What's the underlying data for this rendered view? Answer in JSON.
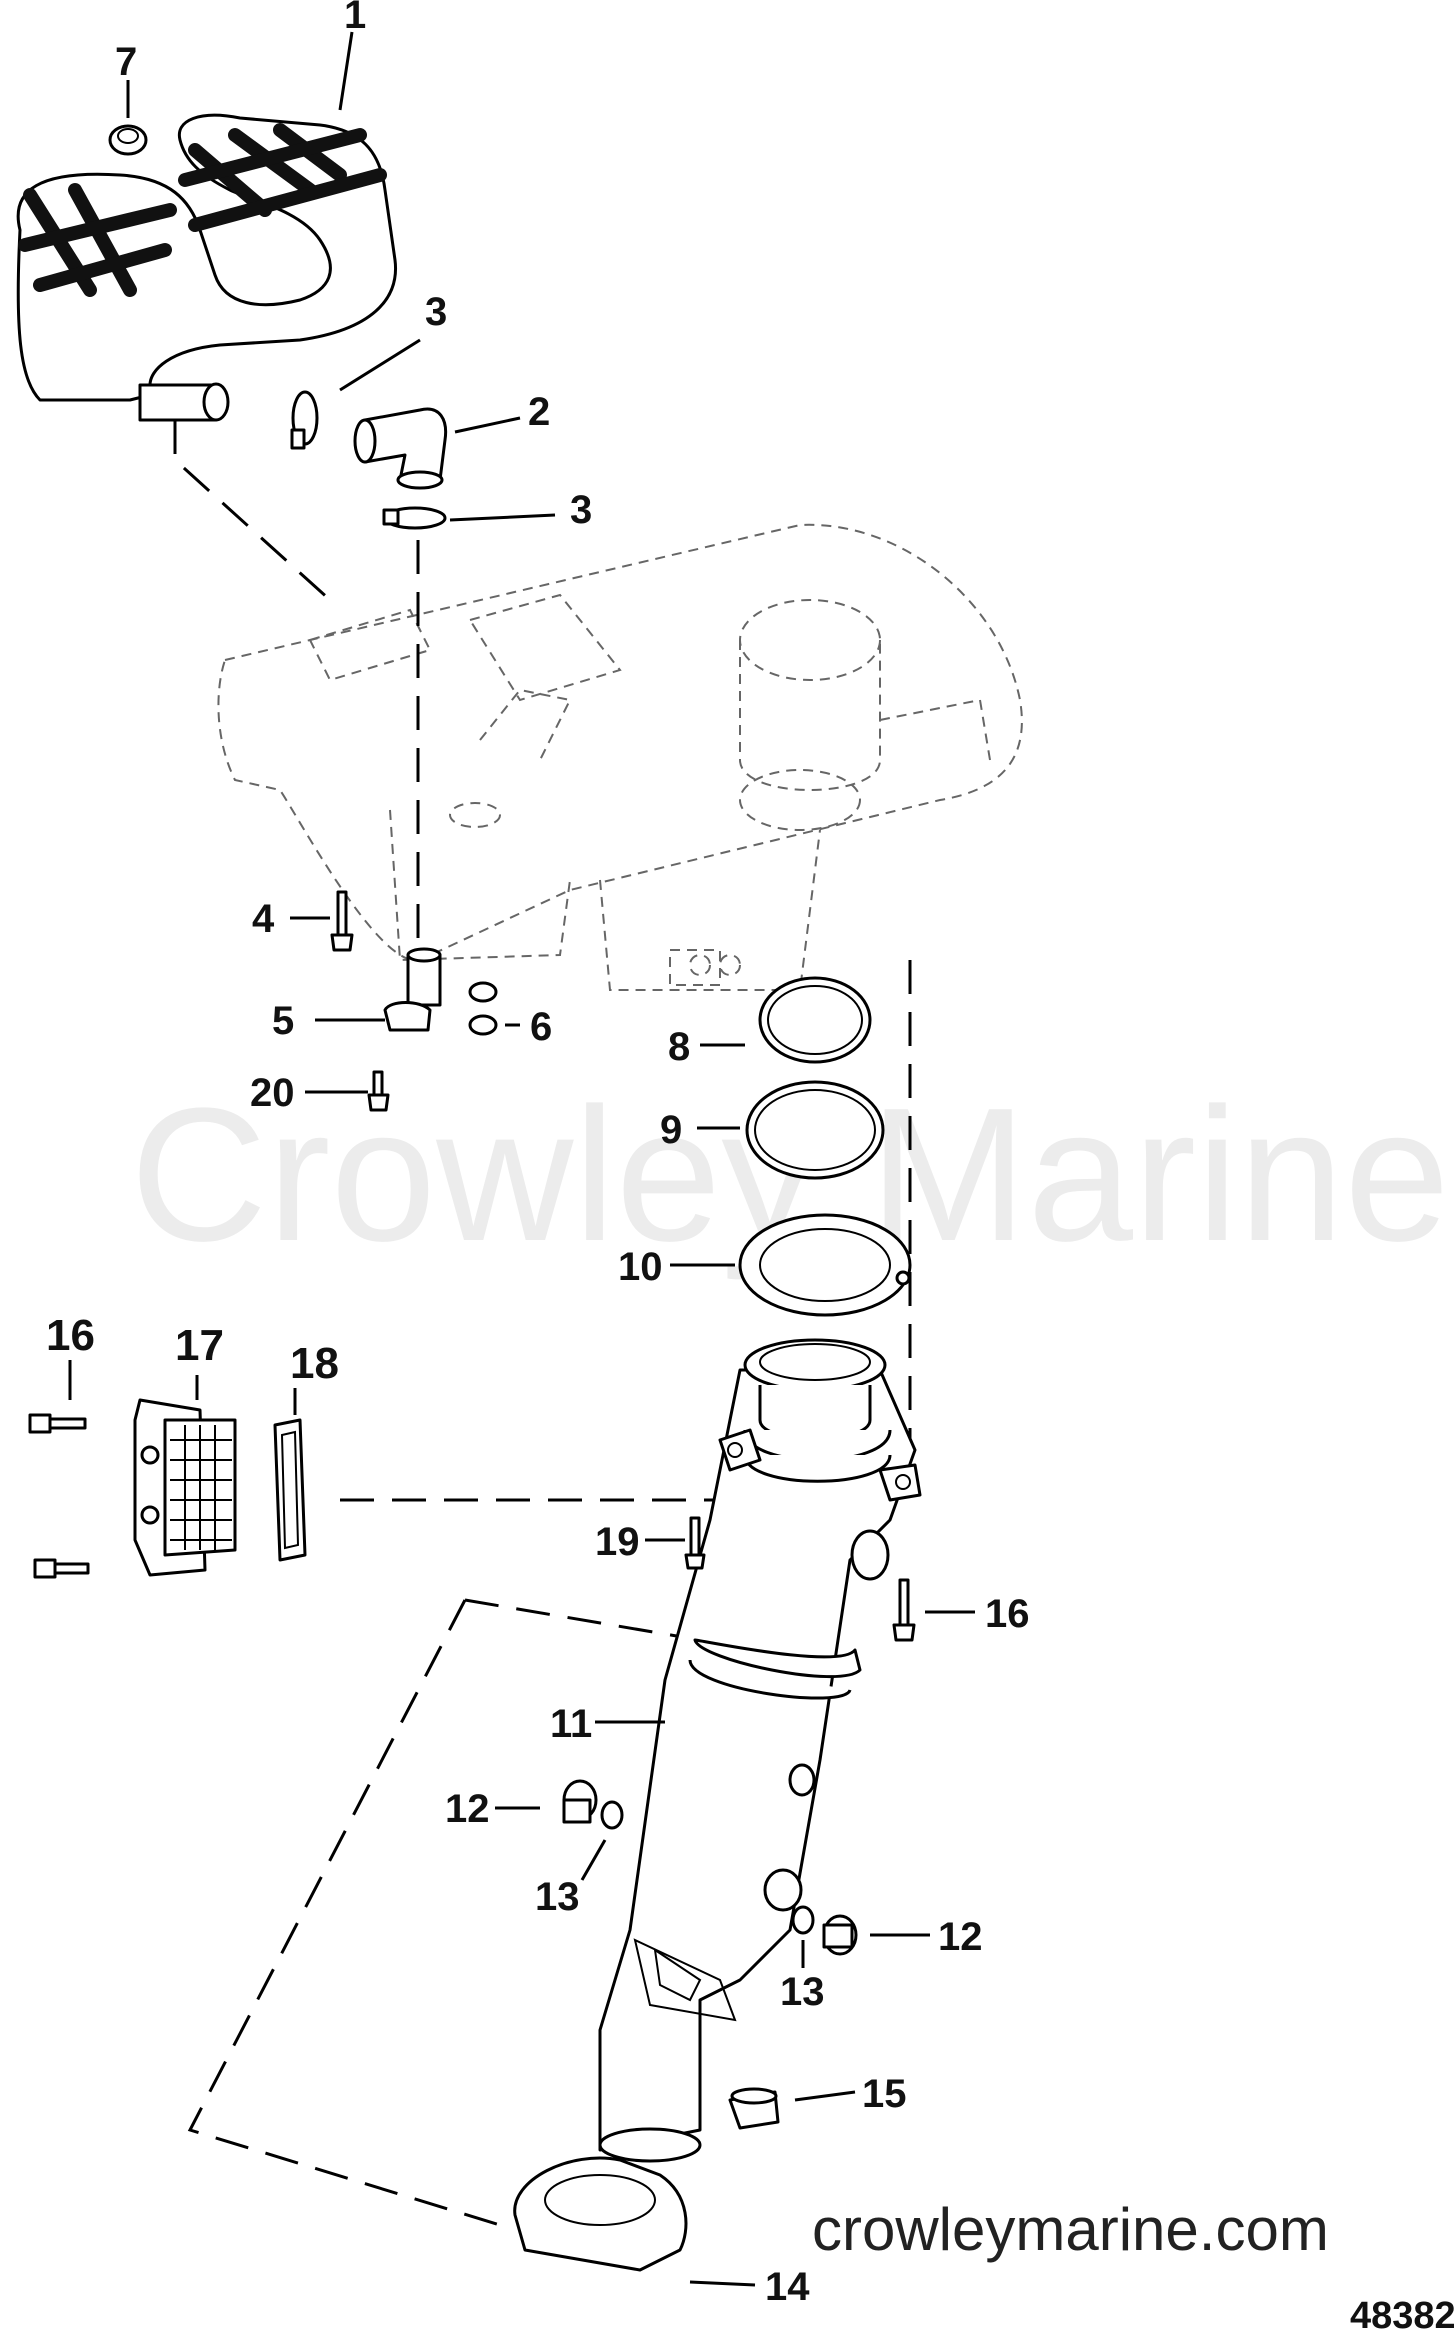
{
  "watermark": "Crowley Marine",
  "website": "crowleymarine.com",
  "figure_number": "48382",
  "callouts": {
    "c1": "1",
    "c2": "2",
    "c3a": "3",
    "c3b": "3",
    "c4": "4",
    "c5": "5",
    "c6": "6",
    "c7": "7",
    "c8": "8",
    "c9": "9",
    "c10": "10",
    "c11": "11",
    "c12a": "12",
    "c12b": "12",
    "c13a": "13",
    "c13b": "13",
    "c14": "14",
    "c15": "15",
    "c16a": "16",
    "c16b": "16",
    "c17": "17",
    "c18": "18",
    "c19": "19",
    "c20": "20"
  },
  "colors": {
    "ink": "#000000",
    "watermark": "#ececec",
    "background": "#ffffff"
  }
}
